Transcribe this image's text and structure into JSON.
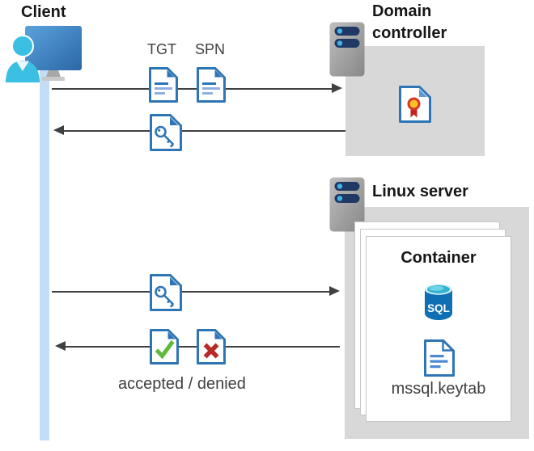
{
  "client": {
    "label": "Client"
  },
  "domain_controller": {
    "label": "Domain controller"
  },
  "linux_server": {
    "label": "Linux server"
  },
  "container": {
    "label": "Container",
    "sql_badge": "SQL",
    "keytab_label": "mssql.keytab"
  },
  "messages": {
    "tgt_label": "TGT",
    "spn_label": "SPN",
    "result_caption": "accepted / denied"
  },
  "colors": {
    "document_blue": "#2E75B6",
    "document_line_light": "#8FAFE0",
    "lifeline_blue": "#C4DDF6",
    "box_gray": "#D8D8D8",
    "arrow_gray": "#404040",
    "accept_green": "#5FB93C",
    "deny_red": "#B62B27",
    "sql_body_blue": "#0F6FB4",
    "sql_top_cyan": "#35B4D1",
    "server_bar_navy": "#1F3864",
    "server_dot_cyan": "#41B4E5",
    "certificate_gold": "#FFC021",
    "certificate_red": "#C5221F",
    "person_cyan": "#3BBFE3"
  }
}
